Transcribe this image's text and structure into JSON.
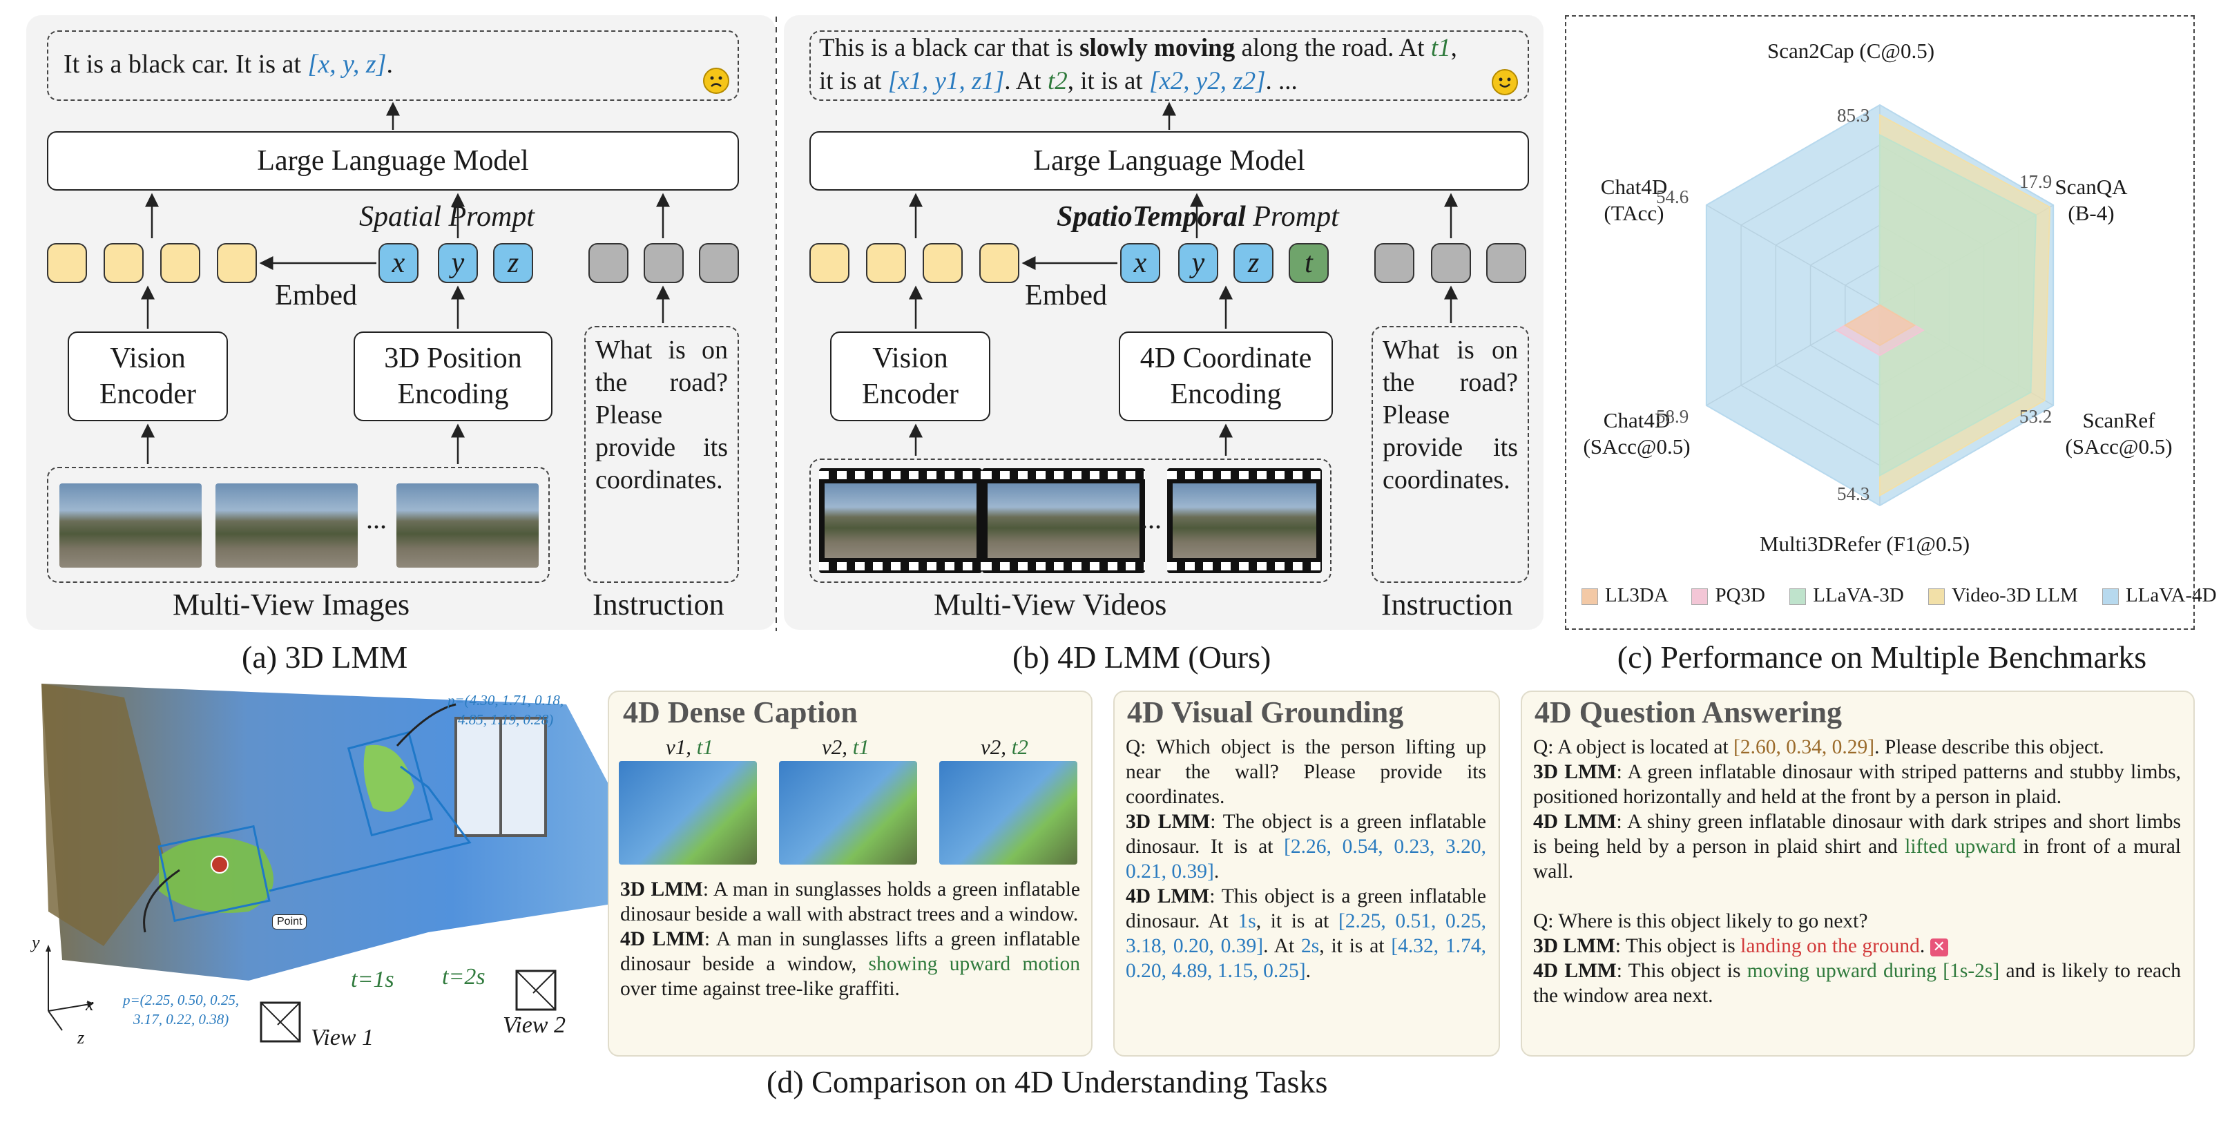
{
  "panel_a": {
    "output": "It is a black car. It is at ",
    "output_coords": "[x, y, z]",
    "output_end": ".",
    "llm": "Large Language Model",
    "prompt_label": "Spatial Prompt",
    "tokens": [
      "x",
      "y",
      "z"
    ],
    "embed": "Embed",
    "vision_encoder": "Vision\nEncoder",
    "pos_encoding": "3D Position\nEncoding",
    "instruction_text": "What is on the road? Please provide its coordinates.",
    "images_label": "Multi-View Images",
    "instruction_label": "Instruction",
    "ellipsis": "...",
    "caption": "(a) 3D LMM"
  },
  "panel_b": {
    "output_1": "This is a black car that is ",
    "output_bold": "slowly moving",
    "output_2": " along the road. At ",
    "t1": "t1",
    "output_3": ",",
    "output_4": "it is at ",
    "coords1": "[x1, y1, z1]",
    "output_5": ". At ",
    "t2": "t2",
    "output_6": ", it is at ",
    "coords2": "[x2, y2, z2]",
    "output_7": ". ...",
    "llm": "Large Language Model",
    "prompt_bold": "SpatioTemporal",
    "prompt_rest": " Prompt",
    "tokens": [
      "x",
      "y",
      "z",
      "t"
    ],
    "embed": "Embed",
    "vision_encoder": "Vision\nEncoder",
    "coord_encoding": "4D Coordinate\nEncoding",
    "instruction_text": "What is on the road? Please provide its coordinates.",
    "videos_label": "Multi-View Videos",
    "instruction_label": "Instruction",
    "ellipsis": "...",
    "caption": "(b) 4D LMM (Ours)"
  },
  "panel_c": {
    "caption": "(c) Performance on Multiple Benchmarks",
    "axes": [
      {
        "name": "Scan2Cap (C@0.5)",
        "max_label": "85.3"
      },
      {
        "name": "ScanQA\n(B-4)",
        "max_label": "17.9"
      },
      {
        "name": "ScanRef\n(SAcc@0.5)",
        "max_label": "53.2"
      },
      {
        "name": "Multi3DRefer (F1@0.5)",
        "max_label": "54.3"
      },
      {
        "name": "Chat4D\n(SAcc@0.5)",
        "max_label": "58.9"
      },
      {
        "name": "Chat4D\n(TAcc)",
        "max_label": "54.6"
      }
    ],
    "legend": [
      {
        "name": "LL3DA",
        "color": "#f3c9a6"
      },
      {
        "name": "PQ3D",
        "color": "#f3c6d6"
      },
      {
        "name": "LLaVA-3D",
        "color": "#bfe3cc"
      },
      {
        "name": "Video-3D LLM",
        "color": "#f2e0a8"
      },
      {
        "name": "LLaVA-4D",
        "color": "#b7d9ee"
      }
    ]
  },
  "chart_data": {
    "type": "radar",
    "axes": [
      "Scan2Cap (C@0.5)",
      "ScanQA (B-4)",
      "ScanRef (SAcc@0.5)",
      "Multi3DRefer (F1@0.5)",
      "Chat4D (SAcc@0.5)",
      "Chat4D (TAcc)"
    ],
    "series": [
      {
        "name": "LL3DA",
        "values": [
          0.0,
          0.0,
          0.2,
          0.2,
          0.2,
          0.0
        ]
      },
      {
        "name": "PQ3D",
        "values": [
          0.0,
          0.0,
          0.25,
          0.25,
          0.25,
          0.0
        ]
      },
      {
        "name": "LLaVA-3D",
        "values": [
          0.85,
          0.9,
          0.87,
          0.85,
          0.0,
          0.0
        ]
      },
      {
        "name": "Video-3D LLM",
        "values": [
          0.95,
          0.98,
          0.95,
          0.95,
          0.0,
          0.0
        ]
      },
      {
        "name": "LLaVA-4D",
        "values": [
          1.0,
          1.0,
          1.0,
          1.0,
          1.0,
          1.0
        ]
      }
    ]
  },
  "panel_d": {
    "caption": "(d) Comparison on 4D Understanding Tasks",
    "p_top": "p=(4.30, 1.71, 0.18,\n4.85, 1.19, 0.28)",
    "p_bottom": "p=(2.25, 0.50, 0.25,\n3.17, 0.22, 0.38)",
    "point": "Point",
    "t1s": "t=1s",
    "t2s": "t=2s",
    "view1": "View 1",
    "view2": "View 2",
    "axis_x": "x",
    "axis_y": "y",
    "axis_z": "z"
  },
  "card_caption": {
    "title": "4D Dense Caption",
    "v1": "v1, ",
    "t1": "t1",
    "v2a": "v2, ",
    "t1b": "t1",
    "v2b": "v2, ",
    "t2": "t2",
    "lmm3d_label": "3D LMM",
    "lmm3d": ": A man in sunglasses holds a green inflatable dinosaur beside a wall with abstract trees and a window.",
    "lmm4d_label": "4D LMM",
    "lmm4d_a": ": A man in sunglasses lifts a green inflatable dinosaur beside a window, ",
    "lmm4d_green": "showing upward motion",
    "lmm4d_b": " over time against tree-like graffiti."
  },
  "card_grounding": {
    "title": "4D Visual Grounding",
    "q": "Q: Which object is the person lifting up near the wall? Please provide its coordinates.",
    "lmm3d_label": "3D LMM",
    "lmm3d": ": The object is a green inflatable dinosaur. It is at ",
    "lmm3d_coords": "[2.26, 0.54, 0.23, 3.20, 0.21, 0.39]",
    "lmm3d_end": ".",
    "lmm4d_label": "4D LMM",
    "lmm4d_a": ": This object is a green inflatable dinosaur. At ",
    "lmm4d_1s": "1s",
    "lmm4d_b": ", it is at ",
    "lmm4d_c1": "[2.25, 0.51, 0.25, 3.18, 0.20, 0.39]",
    "lmm4d_c": ". At ",
    "lmm4d_2s": "2s",
    "lmm4d_d": ", it is at ",
    "lmm4d_c2": "[4.32, 1.74, 0.20, 4.89, 1.15, 0.25]",
    "lmm4d_e": "."
  },
  "card_qa": {
    "title": "4D Question Answering",
    "q1_a": "Q: A object is located at ",
    "q1_coords": "[2.60, 0.34, 0.29]",
    "q1_b": ". Please describe this object.",
    "a1_3d_label": "3D LMM",
    "a1_3d": ": A green inflatable dinosaur with striped patterns and stubby limbs, positioned horizontally and held at the front by a person in plaid.",
    "a1_4d_label": "4D LMM",
    "a1_4d_a": ": A shiny green inflatable dinosaur with dark stripes and short limbs is being held by a person in plaid shirt and ",
    "a1_4d_green": "lifted upward",
    "a1_4d_b": " in front of a mural wall.",
    "q2": "Q: Where is this object likely to go next?",
    "a2_3d_label": "3D LMM",
    "a2_3d_a": ": This object is ",
    "a2_3d_red": "landing on the ground",
    "a2_3d_b": ".",
    "a2_4d_label": "4D LMM",
    "a2_4d_a": ": This object is ",
    "a2_4d_green": "moving upward during [1s-2s]",
    "a2_4d_b": " and is likely to reach the window area next."
  }
}
